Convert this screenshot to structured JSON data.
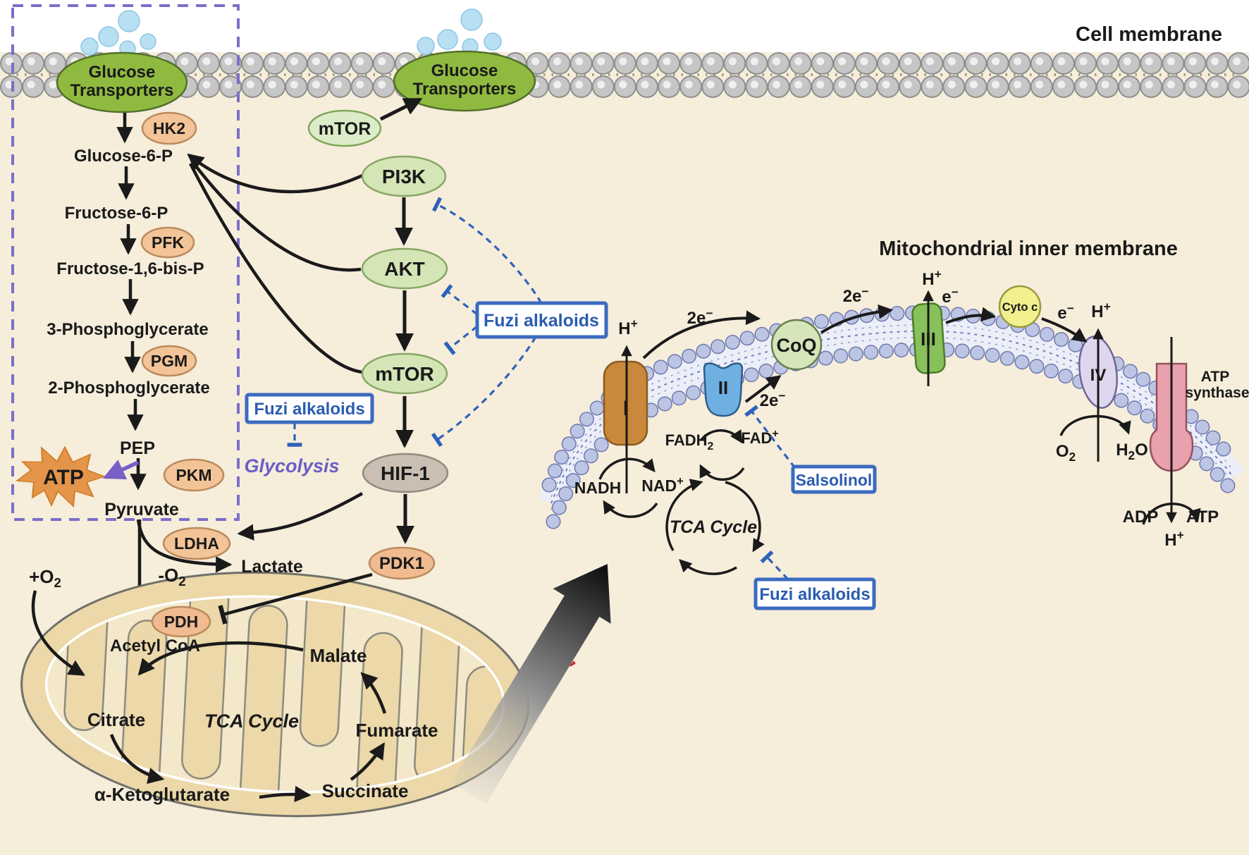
{
  "titles": {
    "cell_membrane": "Cell membrane",
    "inner_membrane": "Mitochondrial inner membrane"
  },
  "transporters": {
    "line1": "Glucose",
    "line2": "Transporters"
  },
  "signaling": {
    "mtor_top": "mTOR",
    "pi3k": "PI3K",
    "akt": "AKT",
    "mtor": "mTOR",
    "hif1": "HIF-1",
    "pdk1": "PDK1"
  },
  "glycolysis": {
    "metabolites": [
      "Glucose-6-P",
      "Fructose-6-P",
      "Fructose-1,6-bis-P",
      "3-Phosphoglycerate",
      "2-Phosphoglycerate",
      "PEP",
      "Pyruvate"
    ],
    "enzymes": [
      "HK2",
      "PFK",
      "PGM",
      "PKM"
    ],
    "ldha": "LDHA",
    "pdh": "PDH",
    "lactate": "Lactate",
    "atp": "ATP",
    "pathway_label": "Glycolysis"
  },
  "inhibitors": {
    "fuzi": "Fuzi alkaloids",
    "salsolinol": "Salsolinol"
  },
  "tca": {
    "acetyl_coa": "Acetyl CoA",
    "citrate": "Citrate",
    "cycle": "TCA Cycle",
    "malate": "Malate",
    "fumarate": "Fumarate",
    "succinate": "Succinate",
    "alpha_ketoglutarate": "α-Ketoglutarate"
  },
  "etc": {
    "complex_i": "I",
    "complex_ii": "II",
    "complex_iii": "III",
    "complex_iv": "IV",
    "coq": "CoQ",
    "cyto_c": "Cyto c",
    "atp_synthase_1": "ATP",
    "atp_synthase_2": "synthase",
    "tca_cycle": "TCA Cycle"
  },
  "chem": {
    "h": "H",
    "plus": "+",
    "e": "e",
    "minus": "−",
    "two_e": "2e",
    "o": "O",
    "two": "2",
    "plus_o": "+O",
    "minus_o": "-O",
    "fadh": "FADH",
    "fad": "FAD",
    "nadh": "NADH",
    "nad": "NAD",
    "adp": "ADP",
    "atp": "ATP"
  },
  "colors": {
    "cytoplasm_beige": "#f6eddb",
    "membrane_gray": "#c6c6c6",
    "transporter_green": "#8fba3f",
    "kinase_green": "#d4e5b6",
    "enzyme_orange": "#f3c497",
    "hif_taupe": "#cbbfb4",
    "inhibitor_blue": "#2e62b8",
    "glycolysis_purple": "#6a5ec6",
    "dashed_box_purple": "#7b6fc8",
    "mito_tan": "#ecd8a8",
    "bead_periwinkle": "#bdc5e5",
    "complex_i_brown": "#c9883b",
    "complex_ii_blue": "#6fb0e3",
    "complex_iii_green": "#88c05b",
    "complex_iv_lavender": "#ded7ef",
    "coq_green": "#d6e5ba",
    "cytc_yellow": "#f1ef8e",
    "atp_synthase_pink": "#e8a1ad",
    "atp_star_orange": "#e5954a",
    "glucose_dot_blue": "#b8dff2",
    "zoom_box_red": "#cc3333"
  }
}
